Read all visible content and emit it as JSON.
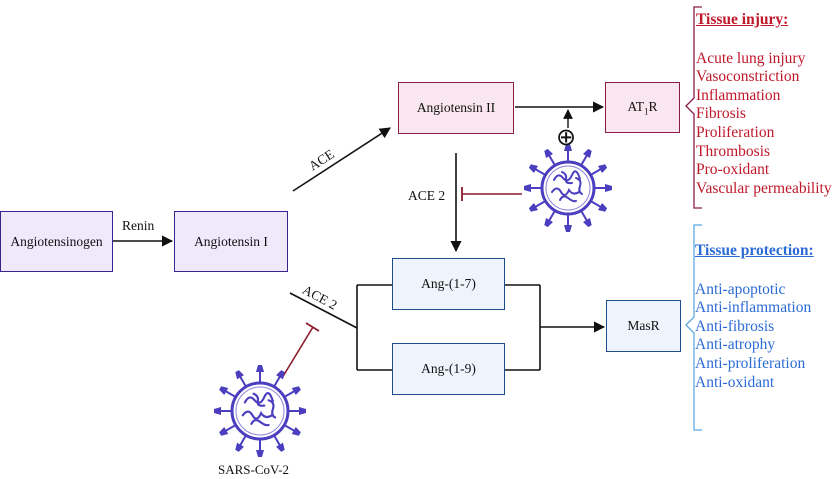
{
  "boxes": {
    "angiotensinogen": "Angiotensinogen",
    "angiotensin_i": "Angiotensin I",
    "angiotensin_ii": "Angiotensin II",
    "at1r_main": "AT",
    "at1r_sub": "1",
    "at1r_end": "R",
    "ang_1_7": "Ang-(1-7)",
    "ang_1_9": "Ang-(1-9)",
    "masr": "MasR"
  },
  "labels": {
    "renin": "Renin",
    "ace": "ACE",
    "ace2_upper": "ACE 2",
    "ace2_lower": "ACE 2",
    "sars": "SARS-CoV-2",
    "plus": "⊕"
  },
  "tissue_injury": {
    "title": "Tissue injury:",
    "items": [
      "Acute lung injury",
      "Vasoconstriction",
      "Inflammation",
      "Fibrosis",
      "Proliferation",
      "Thrombosis",
      "Pro-oxidant",
      "Vascular permeability"
    ]
  },
  "tissue_protection": {
    "title": "Tissue protection:",
    "items": [
      "Anti-apoptotic",
      "Anti-inflammation",
      "Anti-fibrosis",
      "Anti-atrophy",
      "Anti-proliferation",
      "Anti-oxidant"
    ]
  },
  "colors": {
    "injury": "#c0182a",
    "protection": "#2b6bd6",
    "virus": "#4b3fbf",
    "inhibit": "#8a1c2c"
  },
  "icons": {
    "virus": "virus-icon"
  }
}
